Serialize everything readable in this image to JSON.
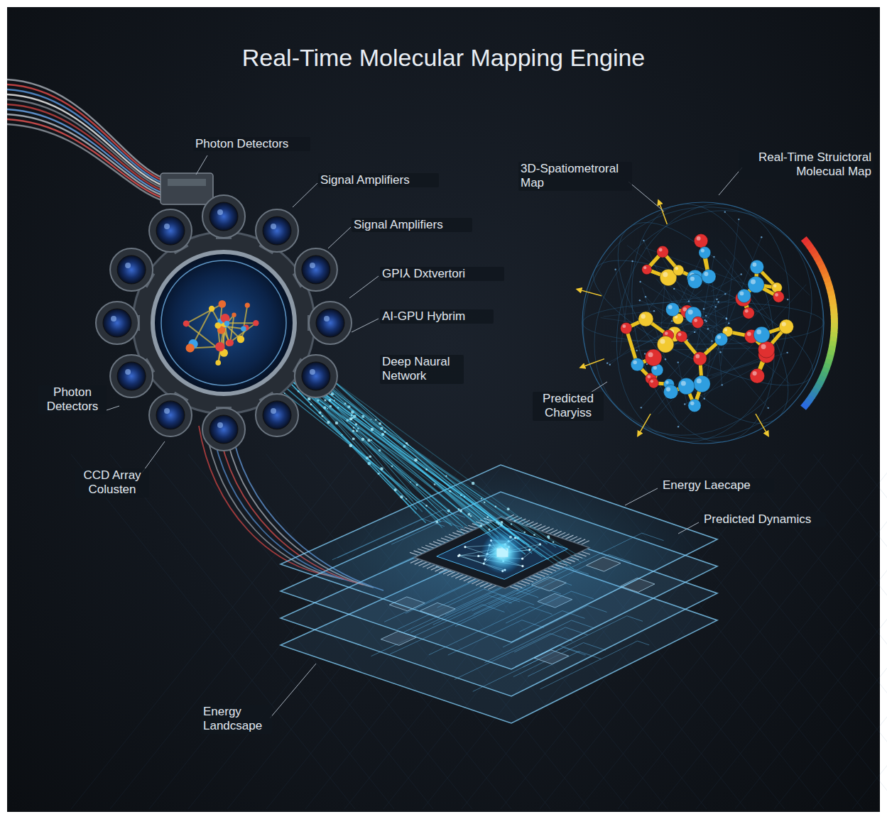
{
  "diagram": {
    "title": "Real-Time Molecular Mapping Engine",
    "labels": [
      "Photon Detectors",
      "Signal Amplifiers",
      "Signal Amplifiers",
      "GPI⅄ Dxtvertori",
      "AI-GPU Hybrim",
      "Deep Naural Network",
      "Photon Detectors",
      "CCD Array Colusten",
      "Energy Landcsape",
      "Energy Laecape",
      "Predicted Dynamics",
      "3D-Spatiometroral Map",
      "Real-Time Struictoral Molecual Map",
      "Predicted Charyiss"
    ]
  }
}
